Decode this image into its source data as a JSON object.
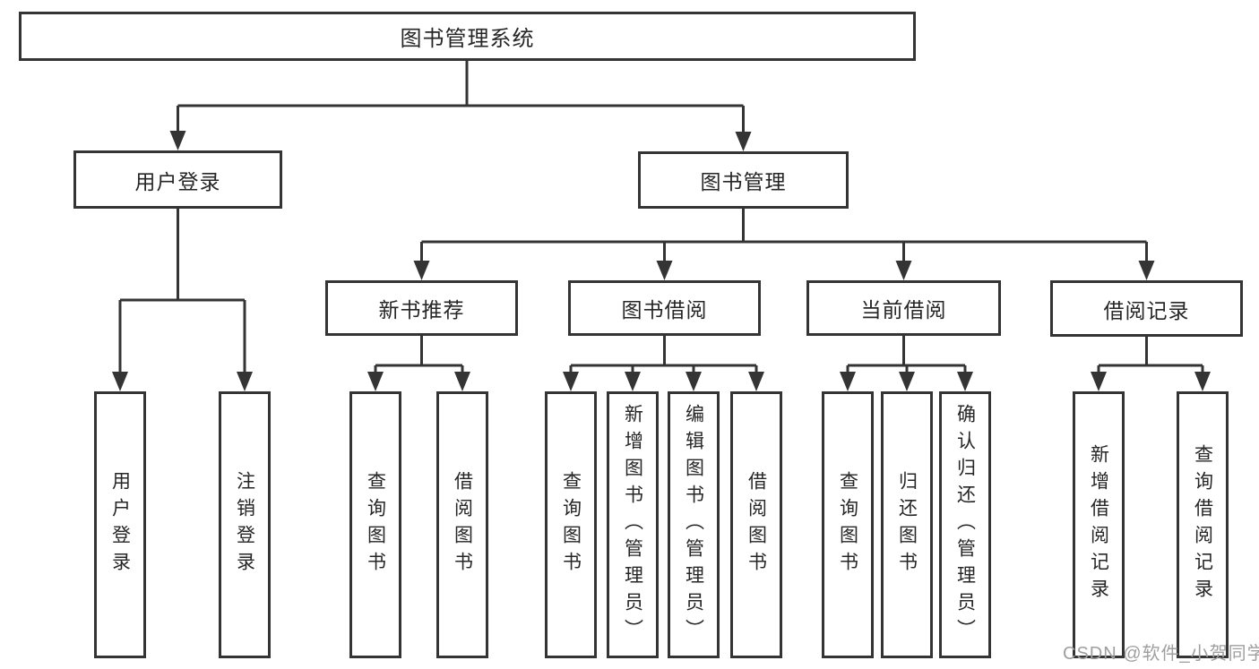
{
  "diagram": {
    "type": "hierarchy-tree",
    "tree": {
      "label": "图书管理系统",
      "children": [
        {
          "label": "用户登录",
          "children": [
            {
              "label": "用户登录"
            },
            {
              "label": "注销登录"
            }
          ]
        },
        {
          "label": "图书管理",
          "children": [
            {
              "label": "新书推荐",
              "children": [
                {
                  "label": "查询图书"
                },
                {
                  "label": "借阅图书"
                }
              ]
            },
            {
              "label": "图书借阅",
              "children": [
                {
                  "label": "查询图书"
                },
                {
                  "label": "新增图书（管理员）"
                },
                {
                  "label": "编辑图书（管理员）"
                },
                {
                  "label": "借阅图书"
                }
              ]
            },
            {
              "label": "当前借阅",
              "children": [
                {
                  "label": "查询图书"
                },
                {
                  "label": "归还图书"
                },
                {
                  "label": "确认归还（管理员）"
                }
              ]
            },
            {
              "label": "借阅记录",
              "children": [
                {
                  "label": "新增借阅记录"
                },
                {
                  "label": "查询借阅记录"
                }
              ]
            }
          ]
        }
      ]
    }
  },
  "watermark": {
    "text": "CSDN @软件_小贺同学"
  },
  "colors": {
    "line": "#343434",
    "box_border": "#343434",
    "box_fill": "#ffffff",
    "text": "#262626",
    "watermark": "#9f9f9f",
    "background": "#ffffff"
  }
}
